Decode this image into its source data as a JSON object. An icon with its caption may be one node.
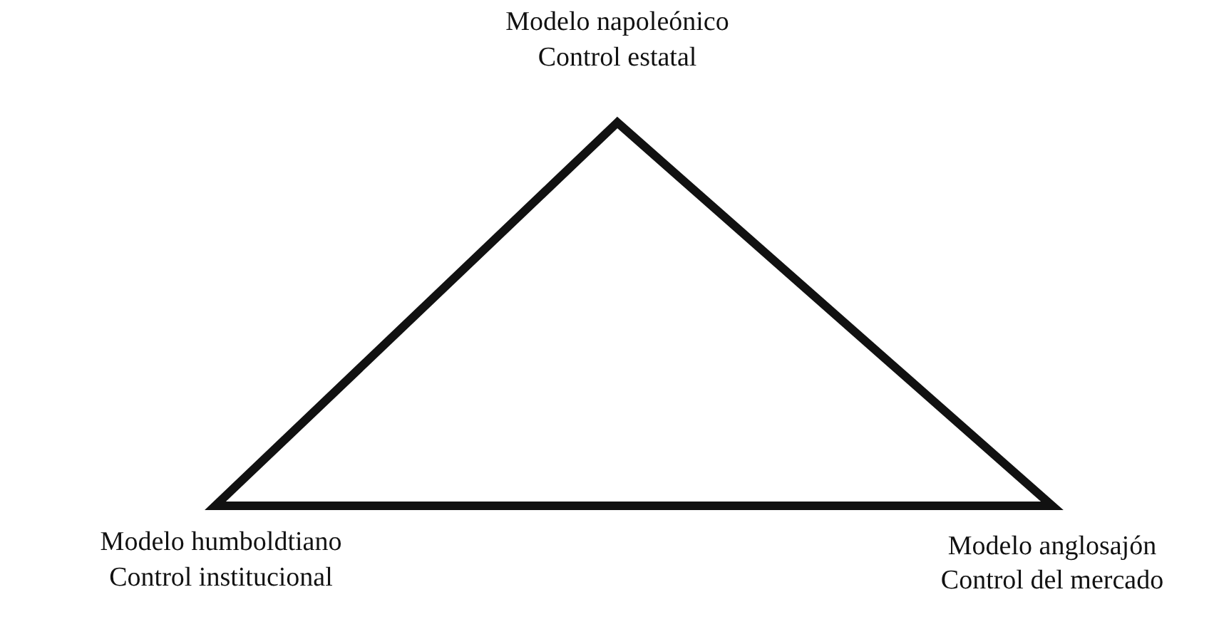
{
  "diagram": {
    "labels": [
      "Modelo napoleónico",
      "Control estatal",
      "Modelo humboldtiano",
      "Control institucional",
      "Modelo anglosajón",
      "Control del mercado"
    ]
  }
}
